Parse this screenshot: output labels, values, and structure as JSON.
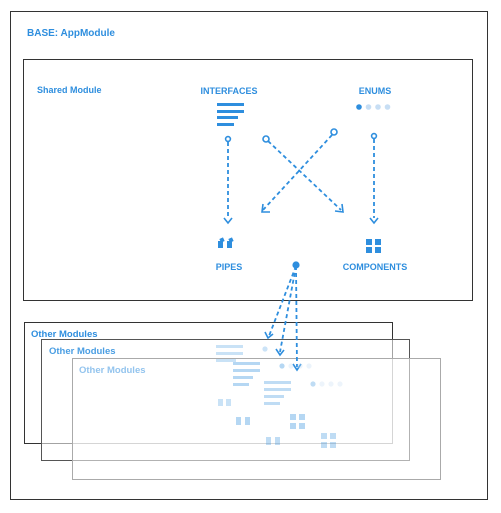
{
  "base": {
    "title": "BASE: AppModule"
  },
  "shared": {
    "title": "Shared Module",
    "nodes": {
      "interfaces": "INTERFACES",
      "enums": "ENUMS",
      "pipes": "PIPES",
      "components": "COMPONENTS"
    }
  },
  "others": [
    {
      "title": "Other Modules"
    },
    {
      "title": "Other Modules"
    },
    {
      "title": "Other Modules"
    }
  ],
  "colors": {
    "accent": "#2e8ede",
    "border": "#333333"
  }
}
